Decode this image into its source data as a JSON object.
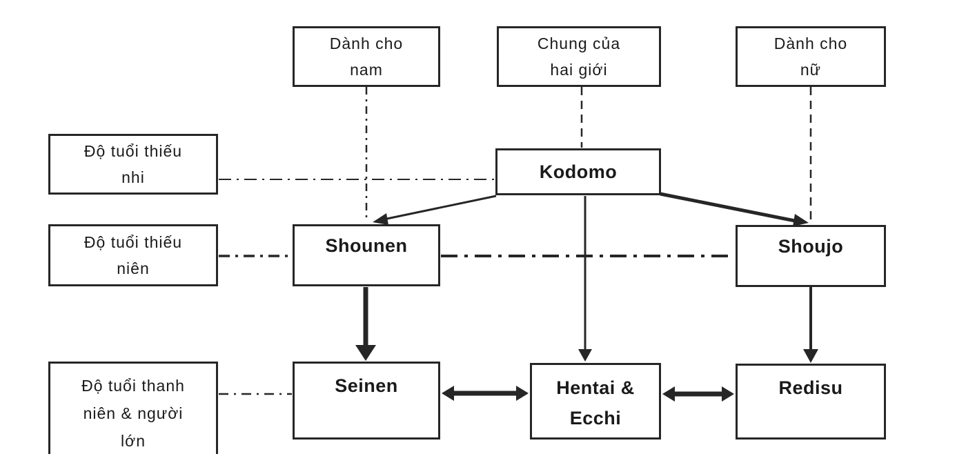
{
  "title": "Manga demographic categories diagram",
  "colors": {
    "line": "#262626",
    "text": "#1a1a1a",
    "background": "#ffffff"
  },
  "boxes": {
    "top": [
      {
        "id": "danh-cho-nam",
        "lines": [
          "Dành cho",
          "nam"
        ]
      },
      {
        "id": "chung-cua-hai-gioi",
        "lines": [
          "Chung của",
          "hai giới"
        ]
      },
      {
        "id": "danh-cho-nu",
        "lines": [
          "Dành cho",
          "nữ"
        ]
      }
    ],
    "age": [
      {
        "id": "do-tuoi-thieu-nhi",
        "lines": [
          "Độ tuổi thiếu",
          "nhi"
        ]
      },
      {
        "id": "do-tuoi-thieu-nien",
        "lines": [
          "Độ tuổi thiếu",
          "niên"
        ]
      },
      {
        "id": "do-tuoi-thanh-nien",
        "lines": [
          "Độ tuổi thanh",
          "niên & người",
          "lớn"
        ]
      }
    ],
    "categories": {
      "kodomo": "Kodomo",
      "shounen": "Shounen",
      "shoujo": "Shoujo",
      "seinen": "Seinen",
      "hentai_line1": "Hentai &",
      "hentai_line2": "Ecchi",
      "redisu": "Redisu"
    }
  },
  "edges": [
    {
      "from": "danh-cho-nam",
      "to": "shounen",
      "style": "dash-dot-vertical"
    },
    {
      "from": "chung-cua-hai-gioi",
      "to": "kodomo",
      "style": "dashed-vertical"
    },
    {
      "from": "danh-cho-nu",
      "to": "shoujo",
      "style": "dashed-vertical"
    },
    {
      "from": "do-tuoi-thieu-nhi",
      "to": "kodomo",
      "style": "dash-dot"
    },
    {
      "from": "do-tuoi-thieu-nien",
      "to": "shounen",
      "style": "dash-dot"
    },
    {
      "from": "shounen",
      "to": "shoujo",
      "style": "dash-dot"
    },
    {
      "from": "do-tuoi-thanh-nien",
      "to": "seinen",
      "style": "dash-dot"
    },
    {
      "from": "kodomo",
      "to": "shounen",
      "style": "solid-arrow"
    },
    {
      "from": "kodomo",
      "to": "shoujo",
      "style": "solid-arrow"
    },
    {
      "from": "kodomo",
      "to": "hentai-ecchi",
      "style": "solid-arrow"
    },
    {
      "from": "shounen",
      "to": "seinen",
      "style": "thick-arrow"
    },
    {
      "from": "shoujo",
      "to": "redisu",
      "style": "solid-arrow"
    },
    {
      "from": "seinen",
      "to": "hentai-ecchi",
      "style": "double-arrow"
    },
    {
      "from": "hentai-ecchi",
      "to": "redisu",
      "style": "double-arrow"
    }
  ]
}
